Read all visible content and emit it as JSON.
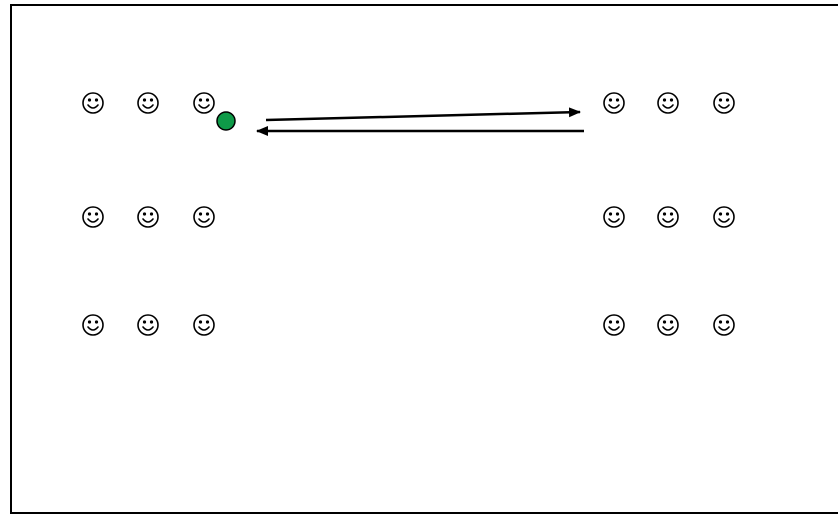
{
  "scene": {
    "left_group": {
      "rows": 3,
      "cols": 3,
      "figure_icon": "smiley-face-icon"
    },
    "right_group": {
      "rows": 3,
      "cols": 3,
      "figure_icon": "smiley-face-icon"
    },
    "marker": {
      "icon": "green-dot-icon",
      "color": "#0e9a48"
    },
    "arrows": [
      {
        "direction": "left-to-right",
        "icon": "arrow-right-icon"
      },
      {
        "direction": "right-to-left",
        "icon": "arrow-left-icon"
      }
    ],
    "colors": {
      "line": "#000000",
      "background": "#ffffff"
    }
  }
}
